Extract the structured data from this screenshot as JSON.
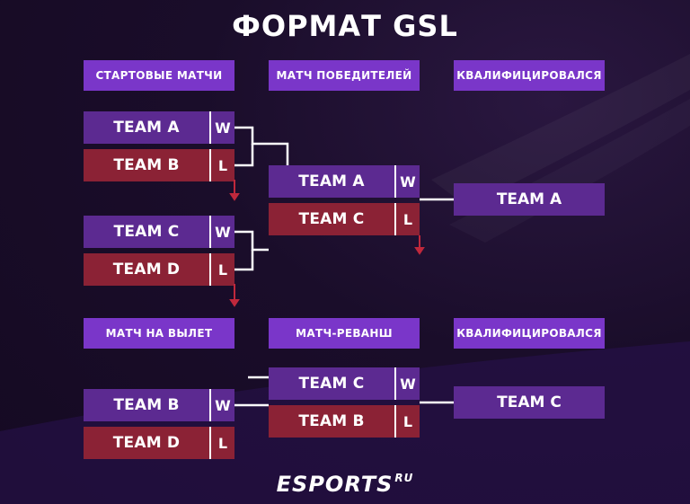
{
  "title": "ФОРМАТ GSL",
  "headers": {
    "opening": "СТАРТОВЫЕ МАТЧИ",
    "winners": "МАТЧ ПОБЕДИТЕЛЕЙ",
    "qualified_top": "КВАЛИФИЦИРОВАЛСЯ",
    "elimination": "МАТЧ НА ВЫЛЕТ",
    "decider": "МАТЧ-РЕВАНШ",
    "qualified_bottom": "КВАЛИФИЦИРОВАЛСЯ"
  },
  "opening_match_1": {
    "team_1": "TEAM A",
    "result_1": "W",
    "team_2": "TEAM B",
    "result_2": "L"
  },
  "opening_match_2": {
    "team_1": "TEAM C",
    "result_1": "W",
    "team_2": "TEAM D",
    "result_2": "L"
  },
  "winners_match": {
    "team_1": "TEAM A",
    "result_1": "W",
    "team_2": "TEAM C",
    "result_2": "L"
  },
  "qualified_top_team": "TEAM A",
  "elimination_match": {
    "team_1": "TEAM B",
    "result_1": "W",
    "team_2": "TEAM D",
    "result_2": "L"
  },
  "decider_match": {
    "team_1": "TEAM C",
    "result_1": "W",
    "team_2": "TEAM B",
    "result_2": "L"
  },
  "qualified_bottom_team": "TEAM C",
  "logo": {
    "main": "ESPORTS",
    "sup": "RU"
  },
  "colors": {
    "header": "#7a36c9",
    "winner": "#5c2a91",
    "loser": "#8b2235",
    "background": "#1a0d2a",
    "connector": "#ffffff",
    "arrow": "#c0283c"
  }
}
